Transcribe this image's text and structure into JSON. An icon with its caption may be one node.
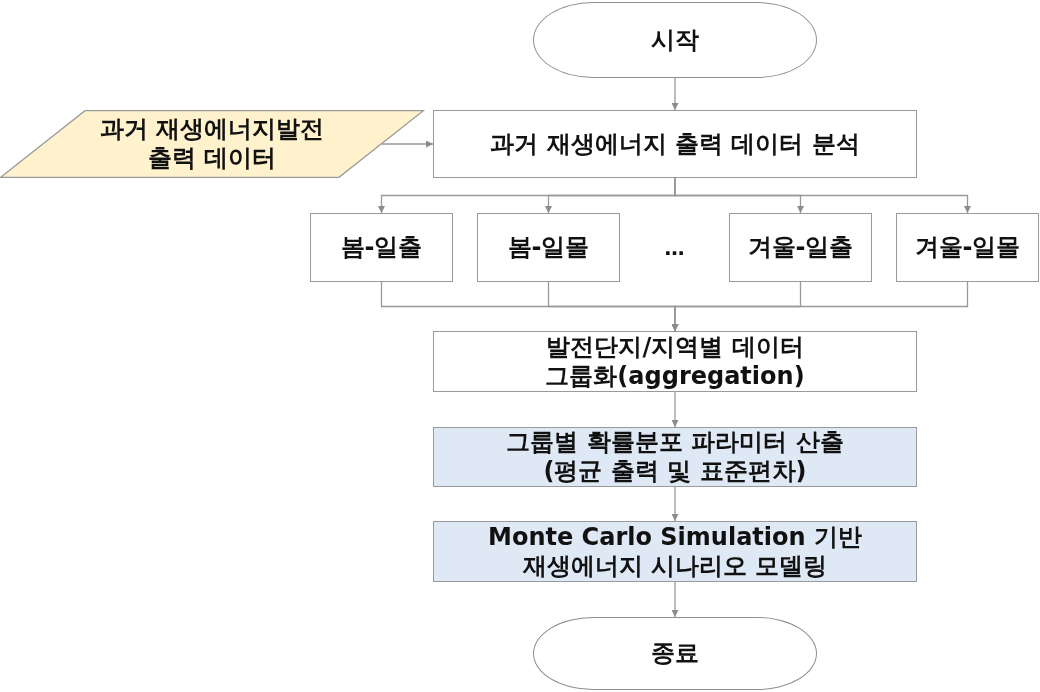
{
  "diagram": {
    "nodes": [
      {
        "text": [
          "시작"
        ]
      },
      {
        "text": [
          "과거 재생에너지발전 출력 데이터"
        ]
      },
      {
        "text": [
          "과거 재생에너지 출력 데이터 분석"
        ]
      },
      {
        "text": [
          "봄-일출"
        ]
      },
      {
        "text": [
          "봄-일몰"
        ]
      },
      {
        "text": [
          "겨울-일출"
        ]
      },
      {
        "text": [
          "겨울-일몰"
        ]
      },
      {
        "text": [
          "발전단지/지역별 데이터 그룹화(aggregation)"
        ]
      },
      {
        "text": [
          "그룹별 확률분포 파라미터 산출 (평균 출력 및 표준편차)"
        ]
      },
      {
        "text": [
          "Monte Carlo Simulation 기반 재생에너지 시나리오 모델링"
        ]
      },
      {
        "text": [
          "종료"
        ]
      }
    ],
    "edges": [
      {
        "from": 0,
        "to": 2,
        "arrow": "to"
      },
      {
        "from": 1,
        "to": 2,
        "arrow": "to"
      },
      {
        "from": 2,
        "to": 3,
        "arrow": "to"
      },
      {
        "from": 2,
        "to": 4,
        "arrow": "to"
      },
      {
        "from": 2,
        "to": 5,
        "arrow": "to"
      },
      {
        "from": 2,
        "to": 6,
        "arrow": "to"
      },
      {
        "from": 3,
        "to": 7,
        "arrow": "to"
      },
      {
        "from": 4,
        "to": 7,
        "arrow": "to"
      },
      {
        "from": 5,
        "to": 7,
        "arrow": "to"
      },
      {
        "from": 6,
        "to": 7,
        "arrow": "to"
      },
      {
        "from": 7,
        "to": 8,
        "arrow": "to"
      },
      {
        "from": 8,
        "to": 9,
        "arrow": "to"
      },
      {
        "from": 9,
        "to": 10,
        "arrow": "to"
      }
    ],
    "labels": [
      "…"
    ]
  }
}
